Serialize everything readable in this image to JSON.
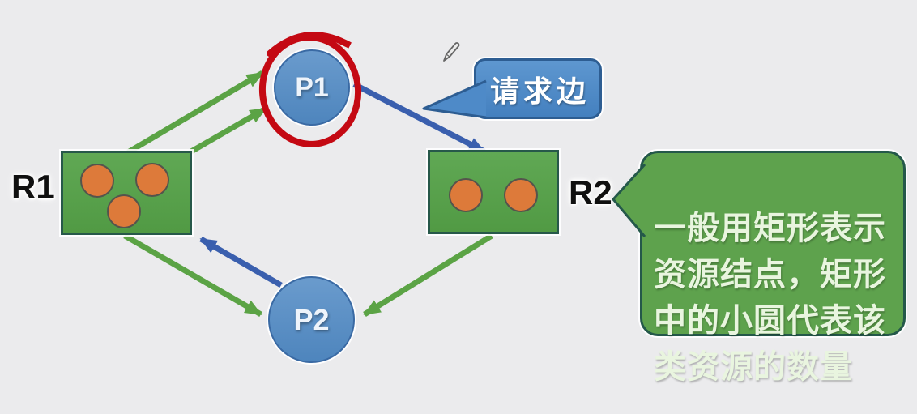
{
  "nodes": {
    "p1": {
      "label": "P1",
      "type": "process"
    },
    "p2": {
      "label": "P2",
      "type": "process"
    },
    "r1": {
      "label": "R1",
      "type": "resource",
      "resource_count": 3
    },
    "r2": {
      "label": "R2",
      "type": "resource",
      "resource_count": 2
    }
  },
  "edges": [
    {
      "from": "R1",
      "to": "P1",
      "type": "assignment",
      "color_key": "assignment_edge"
    },
    {
      "from": "R1",
      "to": "P1",
      "type": "assignment",
      "color_key": "assignment_edge"
    },
    {
      "from": "P1",
      "to": "R2",
      "type": "request",
      "color_key": "request_edge"
    },
    {
      "from": "R2",
      "to": "P2",
      "type": "assignment",
      "color_key": "assignment_edge"
    },
    {
      "from": "P2",
      "to": "R1",
      "type": "request",
      "color_key": "request_edge"
    },
    {
      "from": "R1",
      "to": "P2",
      "type": "assignment",
      "color_key": "assignment_edge"
    }
  ],
  "callouts": {
    "request_edge": {
      "text": "请求边",
      "points_to": "edge P1→R2"
    },
    "resource_note": {
      "text": "一般用矩形表示\n资源结点，矩形\n中的小圆代表该\n类资源的数量",
      "points_to": "R2"
    }
  },
  "annotations": {
    "p1_highlight": "hand-drawn red circle around P1",
    "cursor": "pencil"
  },
  "colors": {
    "background": "#ebebed",
    "process_fill": "#5a8ec3",
    "process_border": "#3a6aa4",
    "node_label": "#eef4fb",
    "resource_fill": "#58a14b",
    "resource_border": "#27584a",
    "resource_dot": "#dd7a3a",
    "dot_border": "#55544c",
    "resource_label": "#101010",
    "assignment_edge": "#5ba345",
    "request_edge": "#3a5fae",
    "highlight_red": "#c40913",
    "blue_callout_fill": "#4e8ac8",
    "blue_callout_border": "#2d5d92",
    "callout_text": "#ffffff",
    "green_callout_fill": "#5ea24d",
    "green_callout_border": "#24584a",
    "note_text": "#e9f5df"
  }
}
